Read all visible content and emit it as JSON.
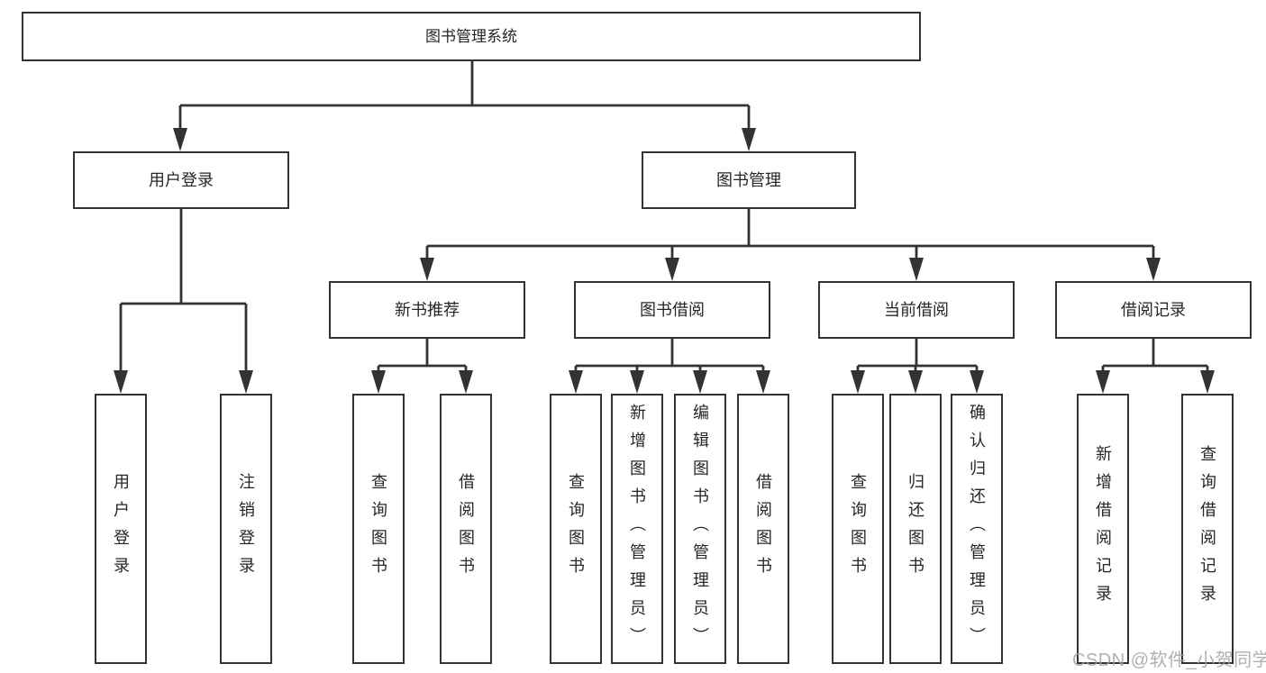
{
  "diagram": {
    "type": "hierarchy-tree",
    "title": "图书管理系统",
    "watermark": "CSDN @软件_小贺同学",
    "colors": {
      "line": "#333333",
      "box_border": "#333333",
      "text": "#262626",
      "background": "#ffffff",
      "watermark": "#a3a3a3"
    },
    "root": {
      "label": "图书管理系统",
      "children": [
        {
          "label": "用户登录",
          "children": [
            {
              "label": "用户登录"
            },
            {
              "label": "注销登录"
            }
          ]
        },
        {
          "label": "图书管理",
          "children": [
            {
              "label": "新书推荐",
              "children": [
                {
                  "label": "查询图书"
                },
                {
                  "label": "借阅图书"
                }
              ]
            },
            {
              "label": "图书借阅",
              "children": [
                {
                  "label": "查询图书"
                },
                {
                  "label": "新增图书（管理员）"
                },
                {
                  "label": "编辑图书（管理员）"
                },
                {
                  "label": "借阅图书"
                }
              ]
            },
            {
              "label": "当前借阅",
              "children": [
                {
                  "label": "查询图书"
                },
                {
                  "label": "归还图书"
                },
                {
                  "label": "确认归还（管理员）"
                }
              ]
            },
            {
              "label": "借阅记录",
              "children": [
                {
                  "label": "新增借阅记录"
                },
                {
                  "label": "查询借阅记录"
                }
              ]
            }
          ]
        }
      ]
    }
  }
}
